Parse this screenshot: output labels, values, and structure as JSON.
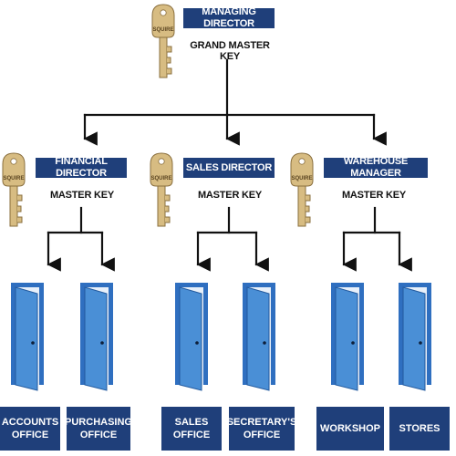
{
  "diagram": {
    "top": {
      "title": "MANAGING DIRECTOR",
      "key_label": "GRAND MASTER KEY",
      "key_brand": "SQUIRE"
    },
    "managers": [
      {
        "title": "FINANCIAL DIRECTOR",
        "key_label": "MASTER KEY",
        "key_brand": "SQUIRE",
        "rooms": [
          {
            "line1": "ACCOUNTS",
            "line2": "OFFICE"
          },
          {
            "line1": "PURCHASING",
            "line2": "OFFICE"
          }
        ]
      },
      {
        "title": "SALES DIRECTOR",
        "key_label": "MASTER KEY",
        "key_brand": "SQUIRE",
        "rooms": [
          {
            "line1": "SALES",
            "line2": "OFFICE"
          },
          {
            "line1": "SECRETARY'S",
            "line2": "OFFICE"
          }
        ]
      },
      {
        "title": "WAREHOUSE MANAGER",
        "key_label": "MASTER KEY",
        "key_brand": "SQUIRE",
        "rooms": [
          {
            "line1": "WORKSHOP",
            "line2": ""
          },
          {
            "line1": "STORES",
            "line2": ""
          }
        ]
      }
    ],
    "colors": {
      "label_bg": "#1f3f7a",
      "door_fill": "#4a8fd6",
      "door_frame": "#2f6fc0",
      "key_gold": "#d7bc82",
      "line": "#111111"
    }
  }
}
